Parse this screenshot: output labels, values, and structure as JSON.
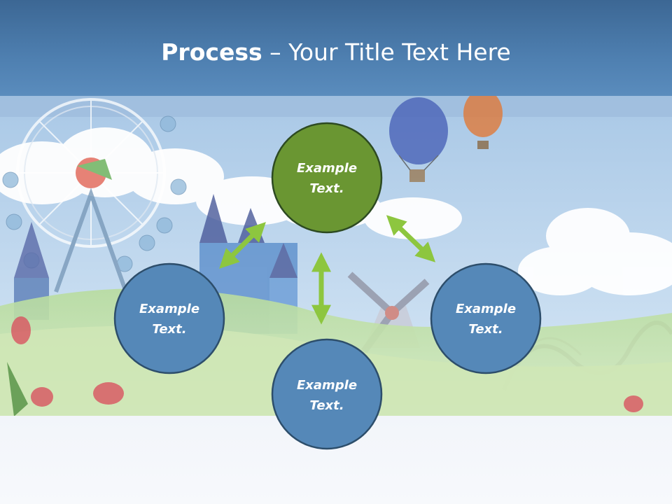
{
  "title": {
    "bold": "Process",
    "rest": " – Your Title Text Here"
  },
  "colors": {
    "header": "#4a7aab",
    "center_node": "#6a9632",
    "outer_node": "#5588b8",
    "node_border": "#2d4e6b",
    "arrow": "#8dc63f"
  },
  "nodes": [
    {
      "id": "top",
      "line1": "Example",
      "line2": "Text."
    },
    {
      "id": "left",
      "line1": "Example",
      "line2": "Text."
    },
    {
      "id": "right",
      "line1": "Example",
      "line2": "Text."
    },
    {
      "id": "bottom",
      "line1": "Example",
      "line2": "Text."
    }
  ],
  "connectors": [
    {
      "from": "top",
      "to": "left",
      "bidirectional": true
    },
    {
      "from": "top",
      "to": "right",
      "bidirectional": true
    },
    {
      "from": "top",
      "to": "bottom",
      "bidirectional": true
    }
  ]
}
